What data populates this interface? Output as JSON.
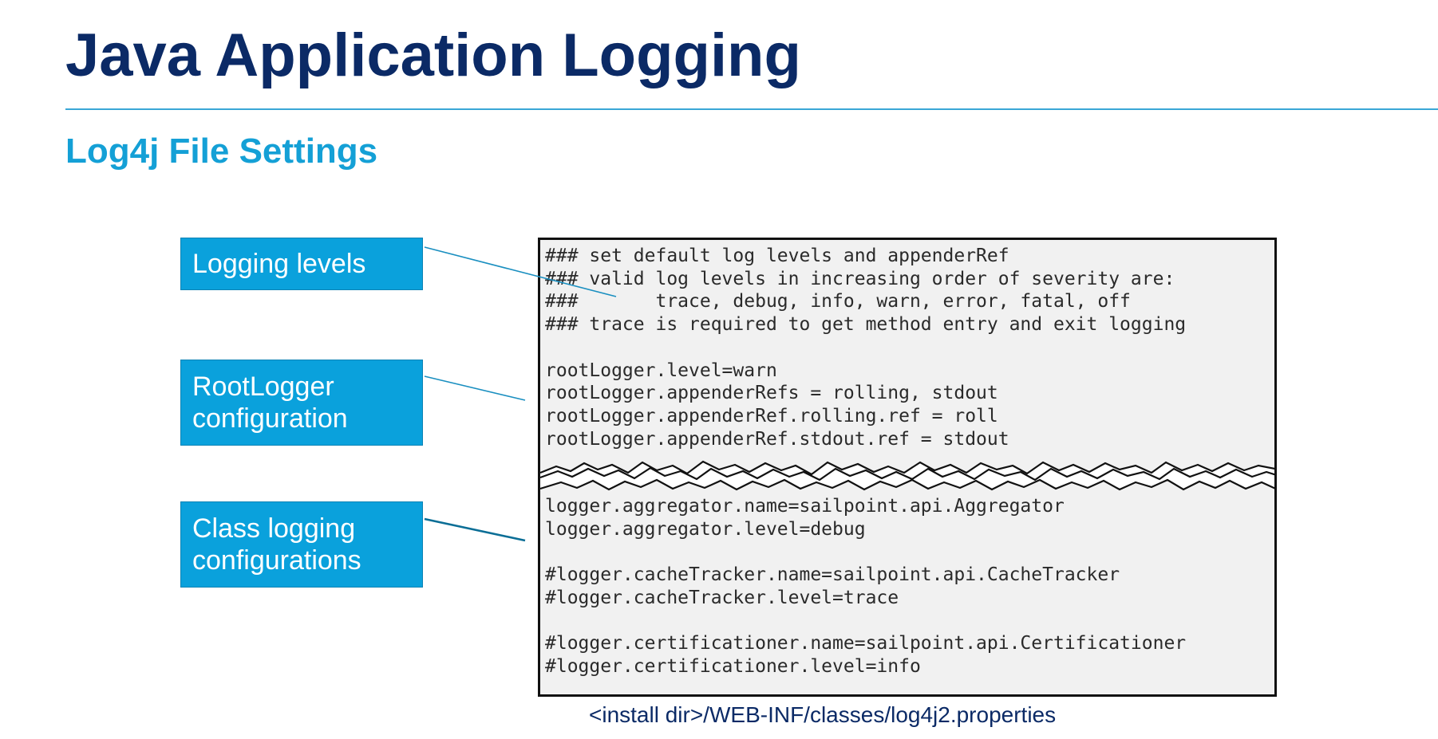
{
  "title": "Java Application Logging",
  "subtitle": "Log4j File Settings",
  "callouts": {
    "logging_levels": "Logging levels",
    "rootlogger_line1": "RootLogger",
    "rootlogger_line2": "configuration",
    "class_logging_line1": "Class logging",
    "class_logging_line2": "configurations"
  },
  "code": {
    "top": "### set default log levels and appenderRef\n### valid log levels in increasing order of severity are:\n###       trace, debug, info, warn, error, fatal, off\n### trace is required to get method entry and exit logging\n\nrootLogger.level=warn\nrootLogger.appenderRefs = rolling, stdout\nrootLogger.appenderRef.rolling.ref = roll\nrootLogger.appenderRef.stdout.ref = stdout",
    "bottom": "logger.aggregator.name=sailpoint.api.Aggregator\nlogger.aggregator.level=debug\n\n#logger.cacheTracker.name=sailpoint.api.CacheTracker\n#logger.cacheTracker.level=trace\n\n#logger.certificationer.name=sailpoint.api.Certificationer\n#logger.certificationer.level=info"
  },
  "file_path": "<install dir>/WEB-INF/classes/log4j2.properties",
  "colors": {
    "title": "#0b2a66",
    "subtitle": "#14a0d6",
    "callout_fill": "#0aa1dc",
    "rule": "#3aa7d6",
    "code_background": "#f1f1f1"
  }
}
